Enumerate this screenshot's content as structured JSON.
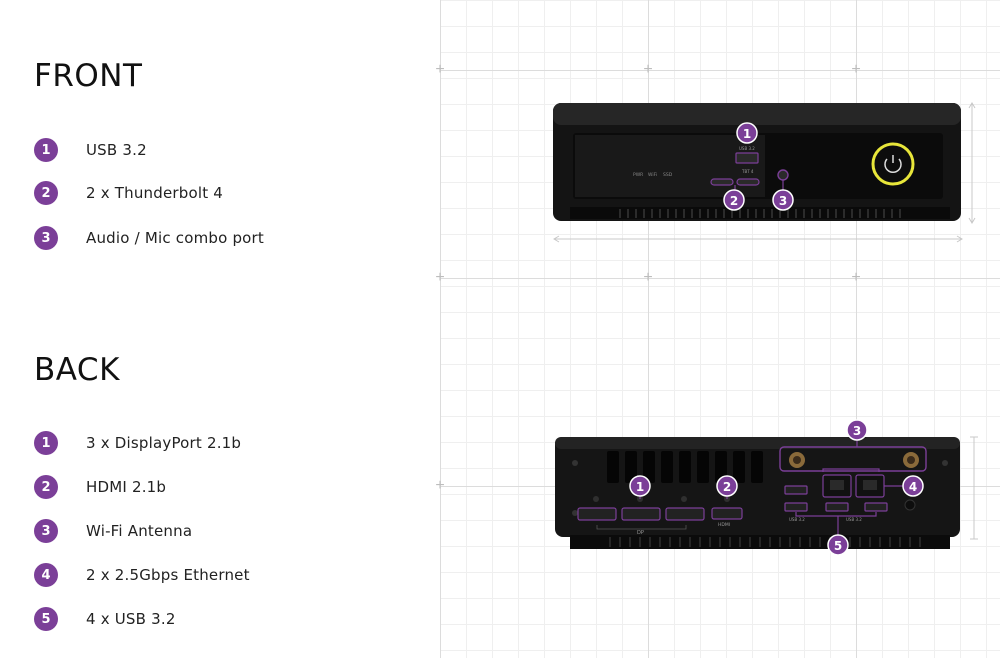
{
  "front": {
    "title": "FRONT",
    "items": [
      {
        "num": "1",
        "label": "USB 3.2"
      },
      {
        "num": "2",
        "label": "2 x Thunderbolt 4"
      },
      {
        "num": "3",
        "label": "Audio / Mic combo port"
      }
    ]
  },
  "back": {
    "title": "BACK",
    "items": [
      {
        "num": "1",
        "label": "3 x DisplayPort 2.1b"
      },
      {
        "num": "2",
        "label": "HDMI 2.1b"
      },
      {
        "num": "3",
        "label": "Wi-Fi Antenna"
      },
      {
        "num": "4",
        "label": "2 x 2.5Gbps Ethernet"
      },
      {
        "num": "5",
        "label": "4 x USB 3.2"
      }
    ]
  },
  "device_front": {
    "indicators": [
      "PWR",
      "WiFi",
      "SSD"
    ],
    "usb_port_text": "USB 3.2",
    "tbt_port_text": "TBT 4",
    "callouts": [
      "1",
      "2",
      "3"
    ]
  },
  "device_back": {
    "dp_text": "DP",
    "hdmi_text": "HDMI",
    "usb_text_left": "USB 3.2",
    "usb_text_right": "USB 3.2",
    "callouts": [
      "1",
      "2",
      "3",
      "4",
      "5"
    ]
  },
  "colors": {
    "accent": "#7b3f98",
    "power_ring": "#e8e63a",
    "device_body": "#1a1a1a"
  }
}
